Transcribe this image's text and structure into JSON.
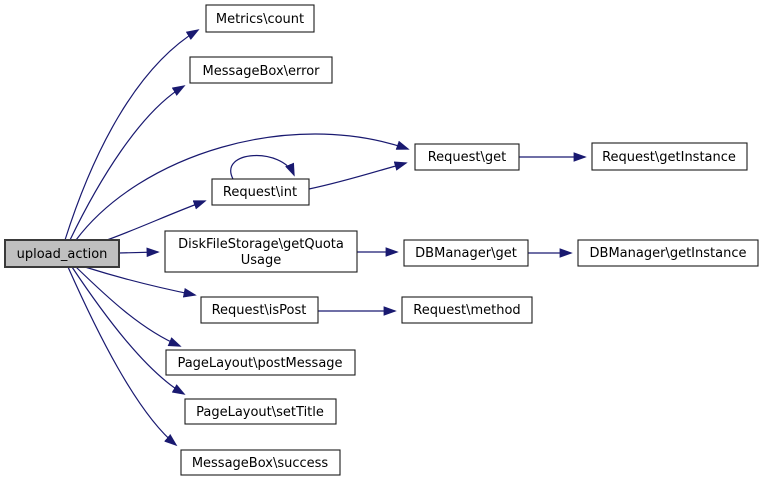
{
  "diagram": {
    "kind": "call-graph",
    "colors": {
      "background": "#ffffff",
      "edge": "#191970",
      "node_fill": "#ffffff",
      "node_border": "#1c1c1c",
      "highlight_node_fill": "#bfbfbf",
      "text": "#000000"
    },
    "nodes": [
      {
        "id": "upload_action",
        "label": "upload_action",
        "highlighted": true
      },
      {
        "id": "metrics_count",
        "label": "Metrics\\count"
      },
      {
        "id": "messagebox_error",
        "label": "MessageBox\\error"
      },
      {
        "id": "request_get",
        "label": "Request\\get"
      },
      {
        "id": "request_getinstance",
        "label": "Request\\getInstance"
      },
      {
        "id": "request_int",
        "label": "Request\\int"
      },
      {
        "id": "diskfilestorage_getquotausage",
        "label": "DiskFileStorage\\getQuotaUsage",
        "lines": [
          "DiskFileStorage\\getQuota",
          "Usage"
        ]
      },
      {
        "id": "dbmanager_get",
        "label": "DBManager\\get"
      },
      {
        "id": "dbmanager_getinstance",
        "label": "DBManager\\getInstance"
      },
      {
        "id": "request_ispost",
        "label": "Request\\isPost"
      },
      {
        "id": "request_method",
        "label": "Request\\method"
      },
      {
        "id": "pagelayout_postmessage",
        "label": "PageLayout\\postMessage"
      },
      {
        "id": "pagelayout_settitle",
        "label": "PageLayout\\setTitle"
      },
      {
        "id": "messagebox_success",
        "label": "MessageBox\\success"
      }
    ],
    "edges": [
      {
        "from": "upload_action",
        "to": "metrics_count"
      },
      {
        "from": "upload_action",
        "to": "messagebox_error"
      },
      {
        "from": "upload_action",
        "to": "request_get"
      },
      {
        "from": "upload_action",
        "to": "request_int"
      },
      {
        "from": "upload_action",
        "to": "diskfilestorage_getquotausage"
      },
      {
        "from": "upload_action",
        "to": "request_ispost"
      },
      {
        "from": "upload_action",
        "to": "pagelayout_postmessage"
      },
      {
        "from": "upload_action",
        "to": "pagelayout_settitle"
      },
      {
        "from": "upload_action",
        "to": "messagebox_success"
      },
      {
        "from": "request_int",
        "to": "request_int"
      },
      {
        "from": "request_int",
        "to": "request_get"
      },
      {
        "from": "request_get",
        "to": "request_getinstance"
      },
      {
        "from": "diskfilestorage_getquotausage",
        "to": "dbmanager_get"
      },
      {
        "from": "dbmanager_get",
        "to": "dbmanager_getinstance"
      },
      {
        "from": "request_ispost",
        "to": "request_method"
      }
    ]
  }
}
